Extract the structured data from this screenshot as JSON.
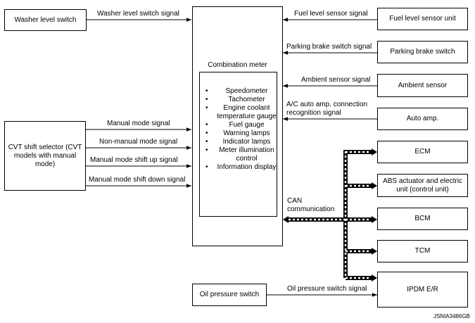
{
  "boxes": {
    "washer_level_switch": "Washer level switch",
    "cvt_shift_selector": "CVT shift selector (CVT models with manual mode)",
    "combination_meter": "Combination meter",
    "oil_pressure_switch": "Oil pressure switch",
    "fuel_level_sensor_unit": "Fuel level sensor unit",
    "parking_brake_switch": "Parking brake switch",
    "ambient_sensor": "Ambient sensor",
    "auto_amp": "Auto amp.",
    "ecm": "ECM",
    "abs_actuator": "ABS actuator and electric unit (control unit)",
    "bcm": "BCM",
    "tcm": "TCM",
    "ipdm": "IPDM E/R"
  },
  "meter_items": [
    "Speedometer",
    "Tachometer",
    "Engine coolant temperature gauge",
    "Fuel gauge",
    "Warning lamps",
    "Indicator lamps",
    "Meter illumination control",
    "Information display"
  ],
  "signals": {
    "washer_level": "Washer level switch signal",
    "manual_mode": "Manual mode signal",
    "non_manual_mode": "Non-manual mode signal",
    "shift_up": "Manual mode shift up signal",
    "shift_down": "Manual mode shift down signal",
    "fuel_level": "Fuel level sensor signal",
    "parking_brake": "Parking brake switch signal",
    "ambient": "Ambient sensor signal",
    "ac_auto_amp": "A/C auto amp. connection recognition signal",
    "can": "CAN communication",
    "oil_pressure": "Oil pressure switch signal"
  },
  "figure_code": "JSNIA3486GB"
}
